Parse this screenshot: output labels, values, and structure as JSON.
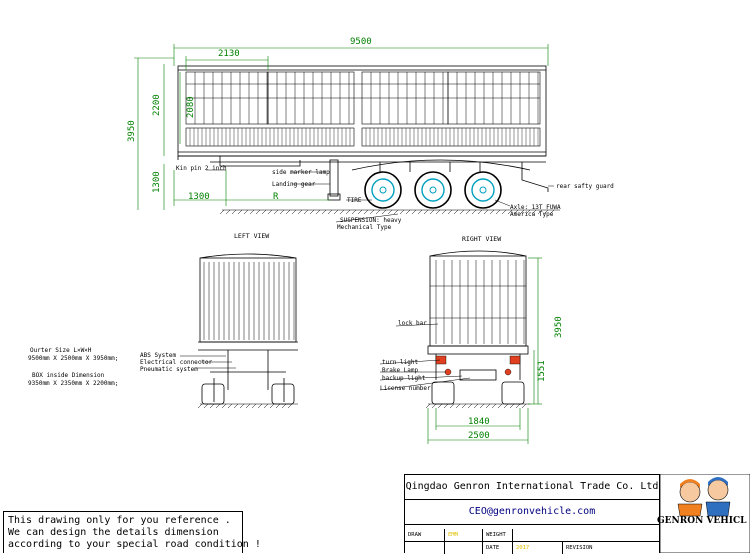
{
  "side_view": {
    "dims": {
      "overall_length": "9500",
      "pitch_2130": "2130",
      "box_height_2080": "2080",
      "side_height_2200": "2200",
      "total_height": "3950",
      "fifth_wheel_height": "1300",
      "kingpin_offset": "1300",
      "r_mark": "R"
    },
    "callouts": {
      "king_pin": "Kin pin 2 inch",
      "side_marker": "side marker lamp",
      "landing_gear": "Landing gear",
      "tire": "TIRE",
      "suspension_1": "SUSPENSION: heavy",
      "suspension_2": "Mechanical Type",
      "axle_1": "Axle: 13T FUWA",
      "axle_2": "America Type",
      "rear_guard": "rear safty guard"
    }
  },
  "left_view": {
    "title": "LEFT   VIEW",
    "callouts": {
      "abs": "ABS System",
      "electrical": "Electrical connector",
      "pneumatic": "Pneumatic system"
    }
  },
  "right_view": {
    "title": "RIGHT VIEW",
    "callouts": {
      "lock_bar": "lock bar",
      "turn_light": "turn light",
      "brake_lamp": "Brake Lamp",
      "backup_light": "backup light",
      "license": "License number"
    },
    "dims": {
      "height": "3950",
      "lamp_height": "1551",
      "track": "1840",
      "width": "2500"
    }
  },
  "specs": {
    "outer_label": "Ourter Size L×W×H",
    "outer_value": "9500mm X 2500mm X 3950mm;",
    "box_label": "BOX inside Dimension",
    "box_value": "9350mm X 2350mm X 2200mm;"
  },
  "reference_note": "This drawing only for you reference .\nWe can design the details dimension\naccording to your special road condition !",
  "title_block": {
    "company": "Qingdao Genron International Trade Co. Ltd",
    "email": "CEO@genronvehicle.com",
    "draw_label": "DRAW",
    "draw_value": "EMM",
    "weight_label": "WEIGHT",
    "date_label": "DATE",
    "date_value": "2017",
    "revision_label": "REVISION"
  },
  "logo": {
    "text": "GENRON VEHICL",
    "colors": {
      "orange": "#f08020",
      "blue": "#2f6fc0"
    }
  },
  "colors": {
    "dimension": "#008000",
    "wheel": "#00a0c0",
    "lamp": "#e04020"
  }
}
